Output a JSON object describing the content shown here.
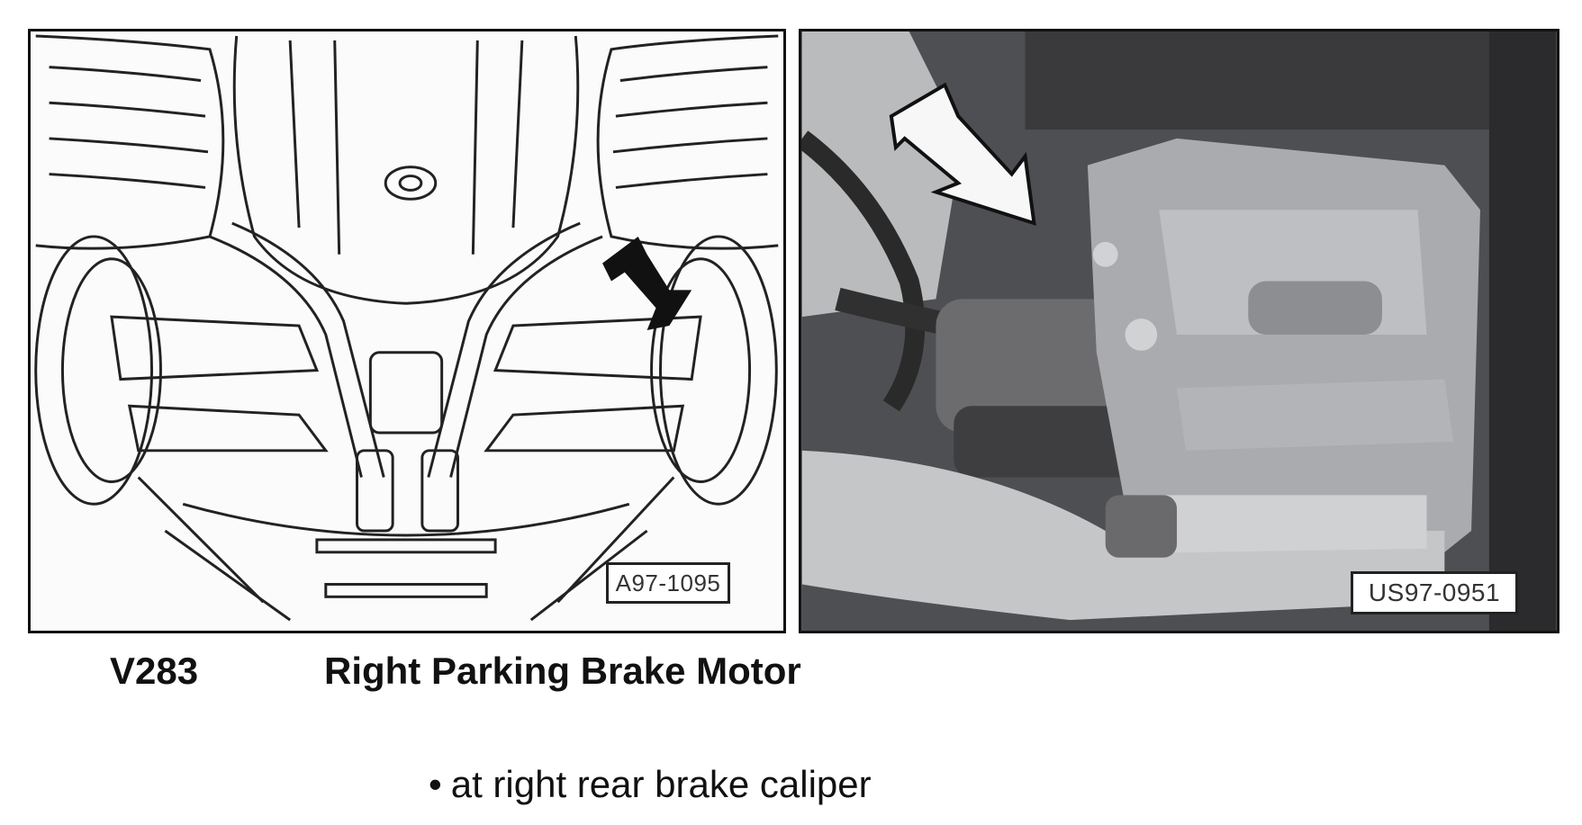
{
  "left_figure": {
    "ref_code": "A97-1095",
    "arrow": "arrow-down-right"
  },
  "right_figure": {
    "ref_code": "US97-0951",
    "arrow": "arrow-down-right"
  },
  "component": {
    "code": "V283",
    "name": "Right Parking Brake Motor"
  },
  "location": {
    "bullet": "•",
    "text": "at right rear brake caliper"
  }
}
